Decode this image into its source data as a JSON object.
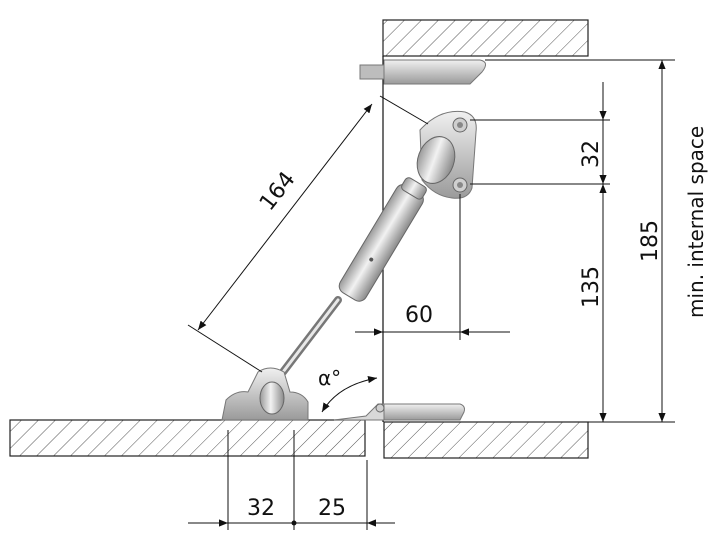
{
  "dimensions": {
    "stroke_length": "164",
    "mount_height": "32",
    "bracket_to_hinge": "135",
    "total_height": "185",
    "horizontal_offset": "60",
    "base_width": "32",
    "base_offset": "25"
  },
  "labels": {
    "angle": "α°",
    "internal_space": "min. internal space"
  },
  "colors": {
    "line": "#111111",
    "hatch": "#555555",
    "metal_light": "#e6e6e6",
    "metal_mid": "#b5b5b5",
    "metal_dark": "#7a7a7a"
  }
}
